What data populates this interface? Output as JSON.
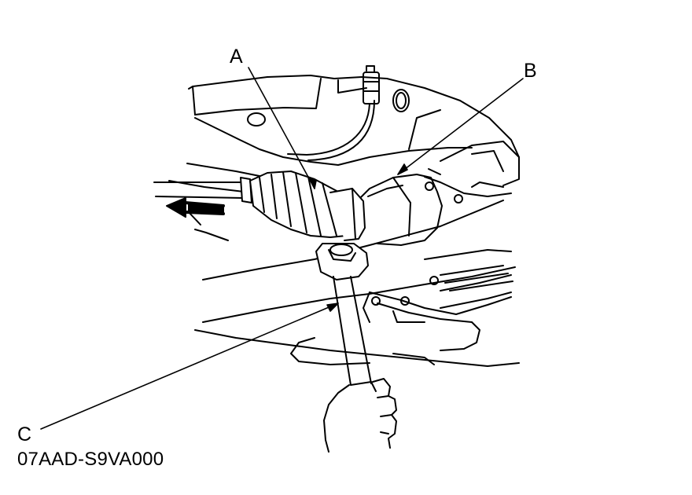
{
  "figure": {
    "callouts": {
      "a": "A",
      "b": "B",
      "c": "C"
    },
    "figure_code": "07AAD-S9VA000"
  },
  "colors": {
    "line": "#000000",
    "background": "#ffffff"
  },
  "icons": {
    "direction": "double-arrow-left-icon"
  }
}
